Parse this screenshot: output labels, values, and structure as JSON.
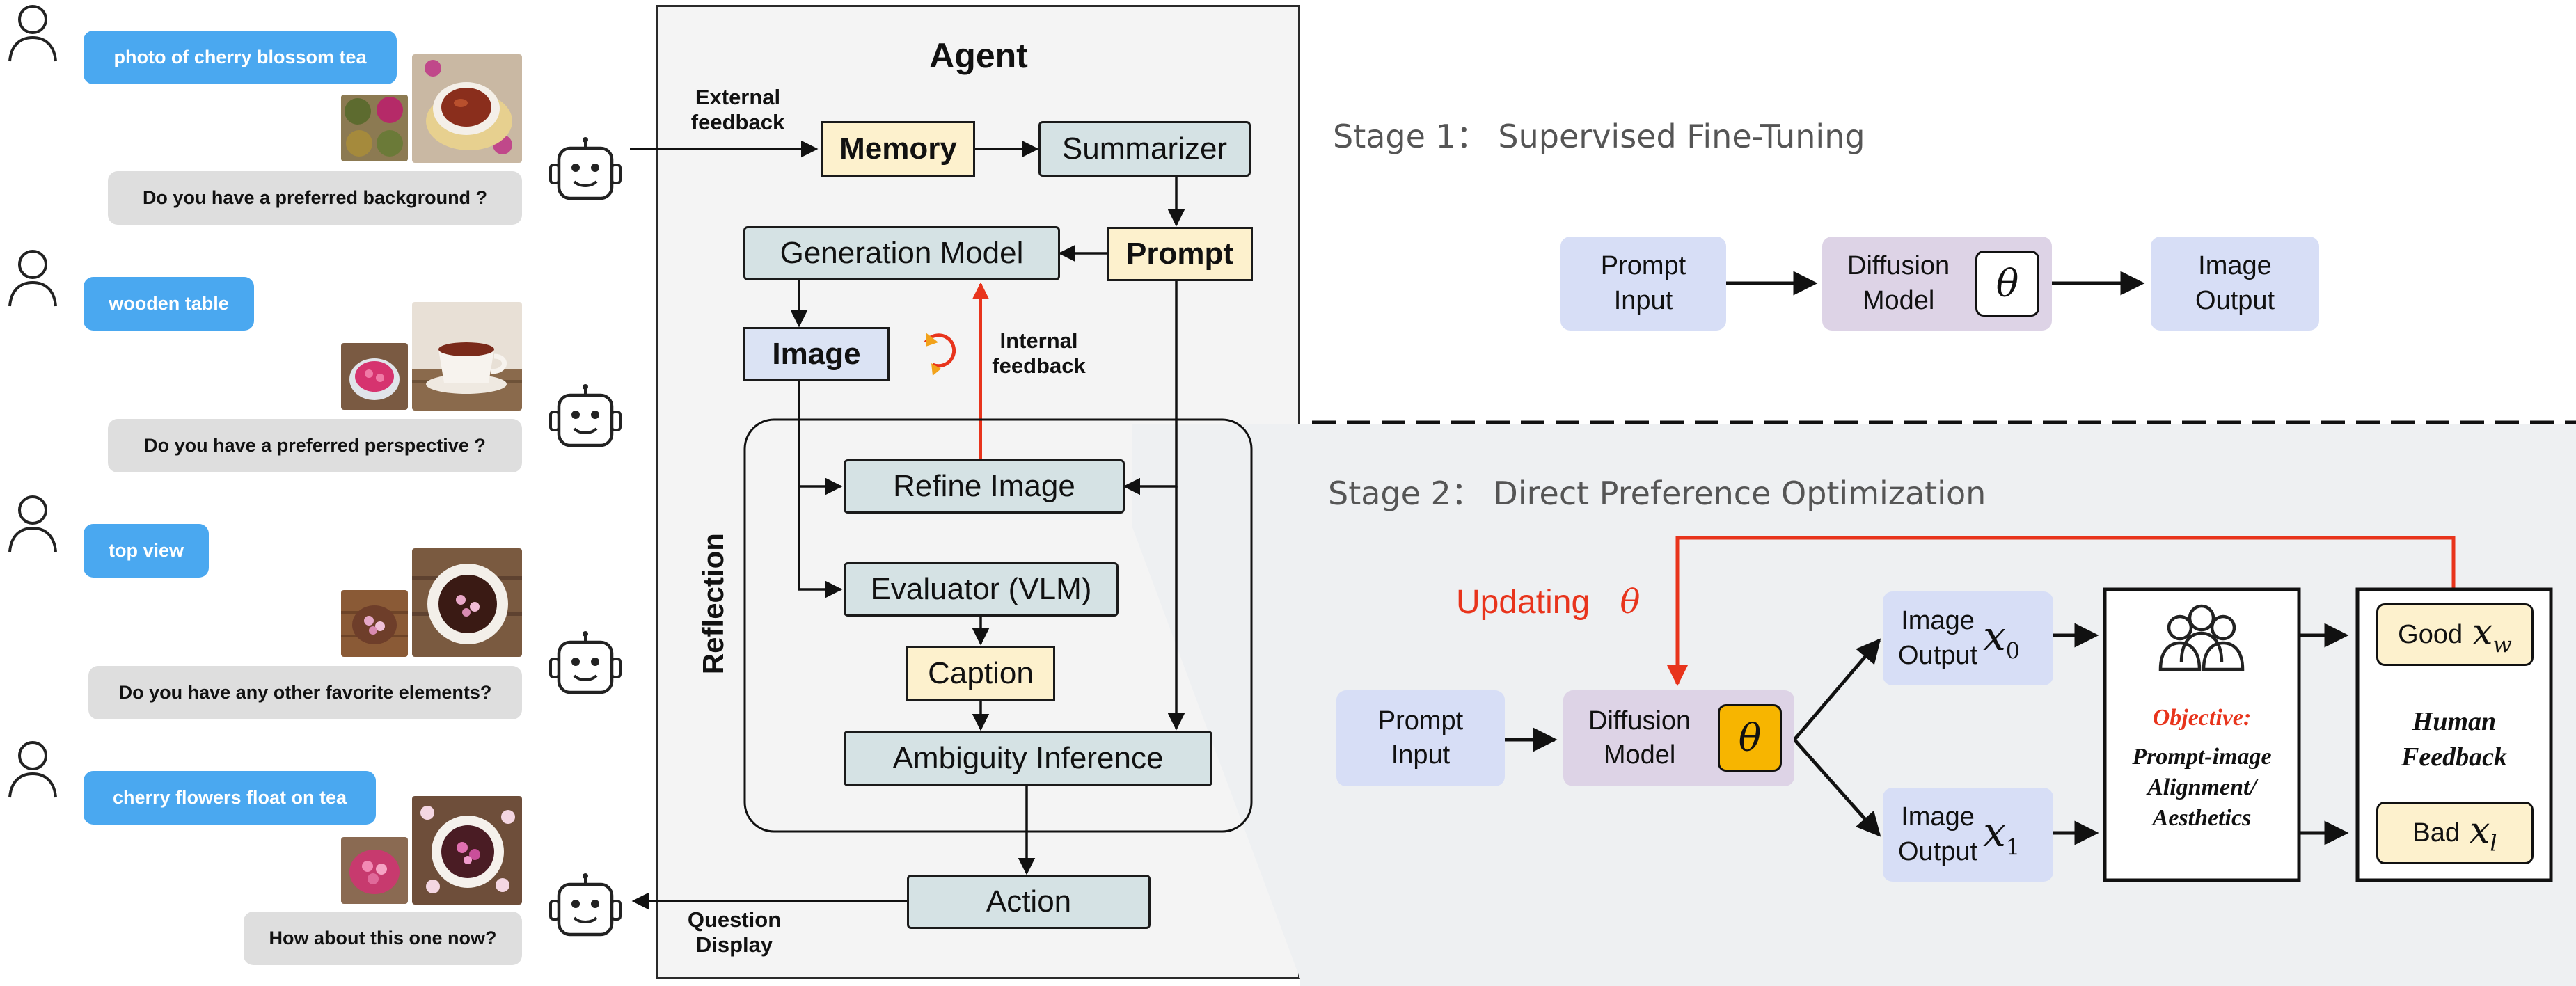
{
  "chat": {
    "turns": [
      {
        "user": "photo of cherry blossom tea",
        "agent": "Do you have a preferred background ?"
      },
      {
        "user": "wooden table",
        "agent": "Do you have a preferred perspective ?"
      },
      {
        "user": "top view",
        "agent": "Do you have any other favorite elements?"
      },
      {
        "user": "cherry flowers float on tea",
        "agent": "How about this one now?"
      }
    ]
  },
  "agent": {
    "title": "Agent",
    "external_feedback": "External\nfeedback",
    "memory": "Memory",
    "summarizer": "Summarizer",
    "prompt": "Prompt",
    "generation_model": "Generation Model",
    "image": "Image",
    "internal_feedback": "Internal\nfeedback",
    "reflection": "Reflection",
    "refine_image": "Refine Image",
    "evaluator": "Evaluator (VLM)",
    "caption": "Caption",
    "ambiguity": "Ambiguity Inference",
    "action": "Action",
    "question_display": "Question\nDisplay"
  },
  "stage1": {
    "title": "Stage 1： Supervised Fine-Tuning",
    "prompt_input": "Prompt\nInput",
    "diffusion_model": "Diffusion\nModel",
    "theta": "θ",
    "image_output": "Image\nOutput"
  },
  "stage2": {
    "title": "Stage 2： Direct Preference Optimization",
    "updating": "Updating",
    "theta": "θ",
    "prompt_input": "Prompt\nInput",
    "diffusion_model": "Diffusion\nModel",
    "image_output_0": "Image\nOutput",
    "x0": "x",
    "x0_sub": "0",
    "image_output_1": "Image\nOutput",
    "x1": "x",
    "x1_sub": "1",
    "objective_title": "Objective:",
    "objective_text": "Prompt-image\nAlignment/\nAesthetics",
    "good": "Good",
    "xw": "x",
    "xw_sub": "w",
    "human_feedback": "Human\nFeedback",
    "bad": "Bad",
    "xl": "x",
    "xl_sub": "l"
  },
  "colors": {
    "accent_red": "#e8341c",
    "user_bubble": "#4aa8f0",
    "agent_bubble": "#dedede",
    "teal_box": "#d5e2e4",
    "yellow_box": "#fdf1cd",
    "blue_box": "#dbe3f4",
    "theta_gold": "#f7b500"
  }
}
